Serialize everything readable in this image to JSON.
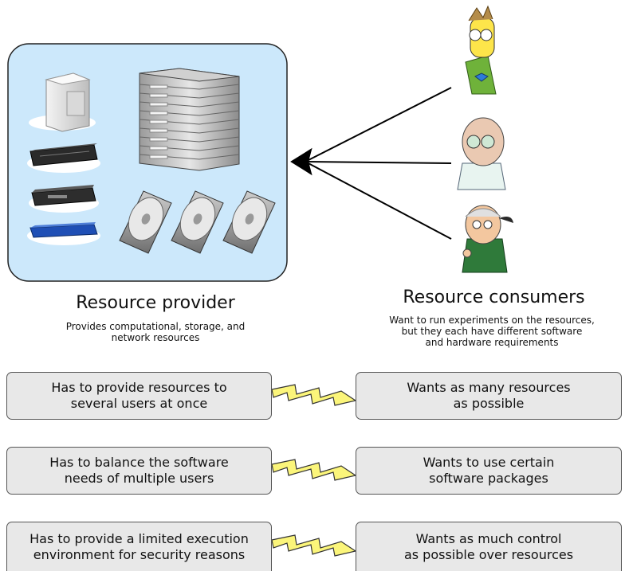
{
  "provider": {
    "title": "Resource provider",
    "subtitle_lines": [
      "Provides computational, storage, and",
      "network resources"
    ]
  },
  "consumers": {
    "title": "Resource consumers",
    "subtitle_lines": [
      "Want to run experiments on the resources,",
      "but they each have different software",
      "and hardware requirements"
    ]
  },
  "pairs": [
    {
      "left": [
        "Has to provide resources to",
        "several users at once"
      ],
      "right": [
        "Wants as many resources",
        "as possible"
      ]
    },
    {
      "left": [
        "Has to balance the software",
        "needs of multiple users"
      ],
      "right": [
        "Wants to use certain",
        "software packages"
      ]
    },
    {
      "left": [
        "Has to provide a limited execution",
        "environment for security reasons"
      ],
      "right": [
        "Wants as much control",
        "as possible over resources"
      ]
    }
  ],
  "colors": {
    "provider_panel": "#cce8fb",
    "box_fill": "#e8e8e8",
    "lightning": "#fbf57a"
  }
}
